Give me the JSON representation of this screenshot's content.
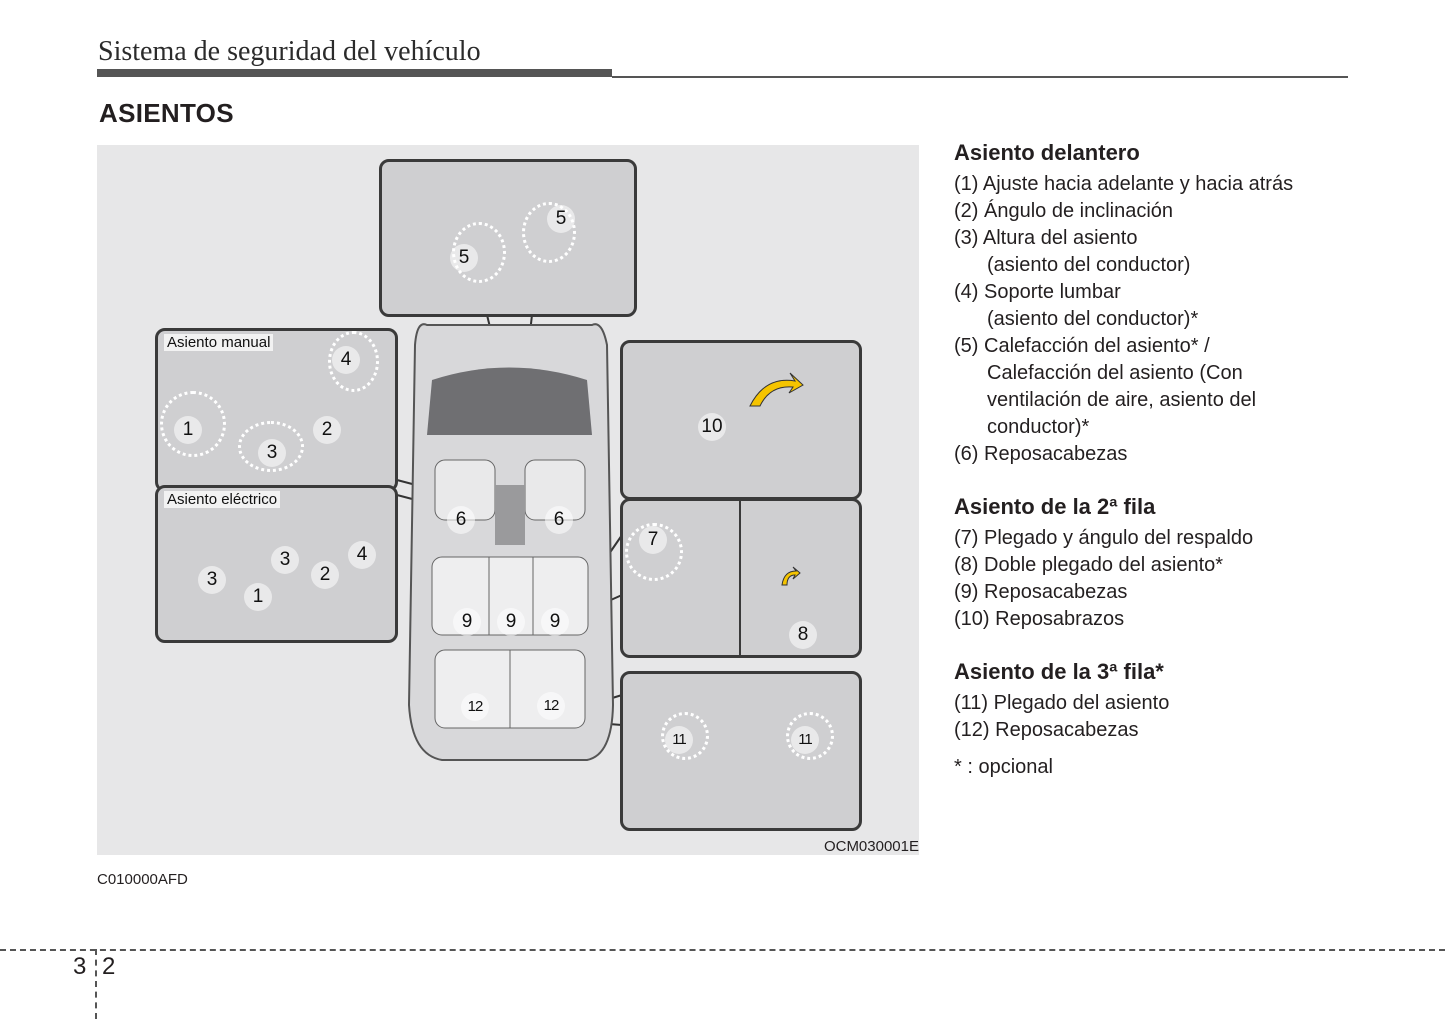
{
  "header": {
    "chapter_title": "Sistema de seguridad del vehículo"
  },
  "section_title": "ASIENTOS",
  "figure": {
    "code": "OCM030001E",
    "manual_seat_label": "Asiento manual",
    "power_seat_label": "Asiento eléctrico",
    "callouts": {
      "c1": "1",
      "c2": "2",
      "c3": "3",
      "c4": "4",
      "c5": "5",
      "c6": "6",
      "c7": "7",
      "c8": "8",
      "c9": "9",
      "c10": "10",
      "c11": "11",
      "c12": "12"
    }
  },
  "doc_code": "C010000AFD",
  "front_seat": {
    "title": "Asiento delantero",
    "items": [
      [
        "(1) Ajuste hacia adelante y hacia atrás"
      ],
      [
        "(2) Ángulo de inclinación"
      ],
      [
        "(3) Altura del asiento",
        "(asiento del conductor)"
      ],
      [
        "(4) Soporte lumbar",
        "(asiento del conductor)*"
      ],
      [
        "(5) Calefacción del asiento* /",
        "Calefacción del asiento (Con",
        "ventilación de aire, asiento del",
        "conductor)*"
      ],
      [
        "(6) Reposacabezas"
      ]
    ]
  },
  "second_row": {
    "title": "Asiento de la 2ª fila",
    "items": [
      "(7) Plegado y ángulo del respaldo",
      "(8) Doble plegado del asiento*",
      "(9) Reposacabezas",
      "(10) Reposabrazos"
    ]
  },
  "third_row": {
    "title": "Asiento de la 3ª fila*",
    "items": [
      "(11) Plegado del asiento",
      "(12) Reposacabezas"
    ]
  },
  "footnote": "* : opcional",
  "page_number": {
    "chapter": "3",
    "page": "2"
  },
  "colors": {
    "panel_fill": "#cfcfd1",
    "figure_bg": "#e7e7e8",
    "highlight_arrow": "#f5c400"
  }
}
